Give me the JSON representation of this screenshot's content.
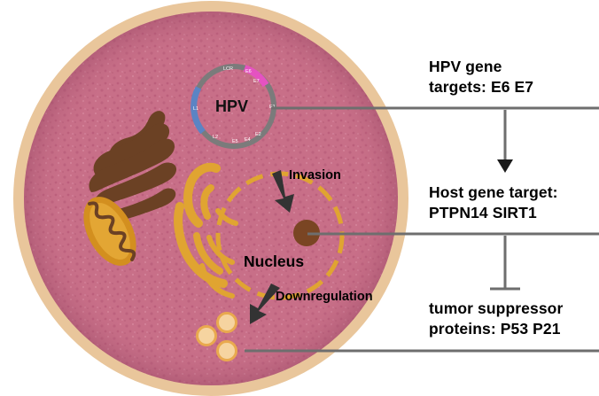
{
  "diagram": {
    "virus_label": "HPV",
    "plasmid_segments": [
      "LCR",
      "E6",
      "E7",
      "E1",
      "E2",
      "E4",
      "E5",
      "L2",
      "L1"
    ],
    "invasion_label": "Invasion",
    "nucleus_label": "Nucleus",
    "downregulation_label": "Downregulation",
    "hpv_targets": {
      "line1": "HPV gene",
      "line2": "targets: E6 E7"
    },
    "host_targets": {
      "line1": "Host gene target:",
      "line2": "PTPN14 SIRT1"
    },
    "suppressors": {
      "line1": "tumor suppressor",
      "line2": "proteins: P53 P21"
    },
    "colors": {
      "cell_border": "#e9c69b",
      "cytoplasm": "#c96e87",
      "golgi": "#6b4124",
      "er": "#e0a431",
      "mitochondria_outer": "#d38f1f",
      "mitochondria_inner": "#6b4124",
      "nucleolus": "#7a4523",
      "vesicle": "#f6d4a0",
      "plasmid": "#7b7b7b",
      "connector_line": "#6e6e6e"
    }
  }
}
